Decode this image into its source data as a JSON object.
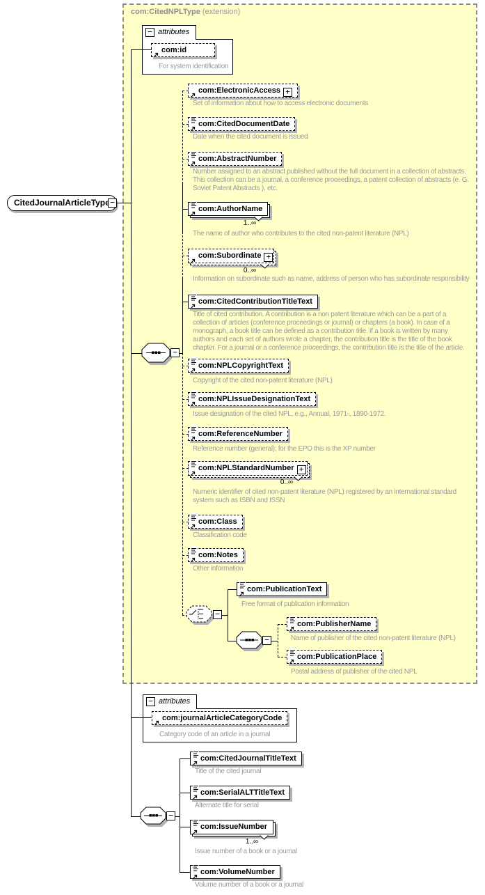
{
  "header": {
    "type_name": "com:CitedNPLType",
    "suffix": "(extension)"
  },
  "root": {
    "label": "CitedJournalArticleType"
  },
  "icons": {
    "expand": "+",
    "collapse": "−"
  },
  "colors": {
    "panel_bg": "#ffffc8",
    "panel_border": "#8c8c8c",
    "line": "#000000",
    "shadow": "#b3b3b3",
    "desc_text": "#999999"
  },
  "attr_group_top": {
    "tab": "attributes",
    "field": "com:id",
    "desc": "For system identification"
  },
  "attr_group_bottom": {
    "tab": "attributes",
    "field": "com:journalArticleCategoryCode",
    "desc": "Category code of an article in a journal"
  },
  "elements": [
    {
      "label": "com:ElectronicAccess",
      "desc": "Set of information about how to access electronic documents"
    },
    {
      "label": "com:CitedDocumentDate",
      "desc": "Date when the cited document is issued"
    },
    {
      "label": "com:AbstractNumber",
      "desc": "Number assigned to an abstract published without the full document in a collection of abstracts.\nThis collection can be a journal, a conference proceedings, a patent collection of abstracts (e. G.\nSoviet Patent Abstracts ), etc."
    },
    {
      "label": "com:AuthorName",
      "occurs": "1..∞",
      "desc": "The name of author who contributes to the cited non-patent literature (NPL)"
    },
    {
      "label": "com:Subordinate",
      "occurs": "0..∞",
      "desc": "Information on subordinate such as name, address of person who has subordinate responsibility"
    },
    {
      "label": "com:CitedContributionTitleText",
      "desc": "Title of cited contribution. A contribution is a non patent literature which can be a part of a\ncollection of articles (conference proceedings or journal) or chapters (a book). In case of a\nmonograph, a book title can be defined as a contribution title. If a book is written by many\nauthors and each set of authors wrote a chapter, the contribution title is the title of the book\nchapter. For a journal or a conference proceedings, the contribution title is the title of the article."
    },
    {
      "label": "com:NPLCopyrightText",
      "desc": "Copyright of the cited non-patent literature (NPL)"
    },
    {
      "label": "com:NPLIssueDesignationText",
      "desc": "Issue designation of the cited NPL, e.g., Annual, 1971-, 1890-1972."
    },
    {
      "label": "com:ReferenceNumber",
      "desc": "Reference number (general); for the EPO this is the XP number"
    },
    {
      "label": "com:NPLStandardNumber",
      "occurs": "0..∞",
      "desc": "Numeric identifier of cited non-patent literature (NPL) registered by an international standard\nsystem such as ISBN and ISSN"
    },
    {
      "label": "com:Class",
      "desc": "Classification code"
    },
    {
      "label": "com:Notes",
      "desc": "Other information"
    },
    {
      "label": "com:PublicationText",
      "desc": "Free format of publication information"
    },
    {
      "label": "com:PublisherName",
      "desc": "Name of publisher of the cited non-patent literature (NPL)"
    },
    {
      "label": "com:PublicationPlace",
      "desc": "Postal address of publisher of the cited NPL"
    },
    {
      "label": "com:CitedJournalTitleText",
      "desc": "Title of the cited journal"
    },
    {
      "label": "com:SerialALTTitleText",
      "desc": "Alternate title for serial"
    },
    {
      "label": "com:IssueNumber",
      "occurs": "1..∞",
      "desc": "Issue number of a book or a journal"
    },
    {
      "label": "com:VolumeNumber",
      "desc": "Volume number of a book or a journal"
    }
  ]
}
